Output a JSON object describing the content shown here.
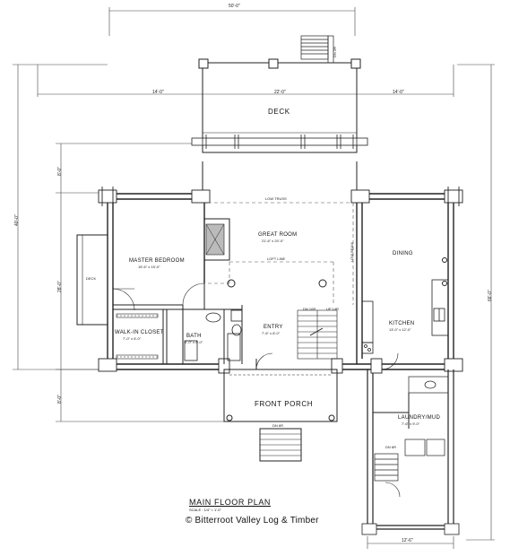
{
  "dimensions": {
    "overall_width": "50'-0\"",
    "deck_left": "14'-0\"",
    "deck_center": "22'-0\"",
    "deck_right": "14'-0\"",
    "overall_depth_left": "40'-0\"",
    "overall_depth_right": "66'-0\"",
    "upper_left": "8'-0\"",
    "lower_left": "8'-0\"",
    "left_middle": "28'-0\"",
    "ell_width": "12'-6\""
  },
  "rooms": {
    "deck_top": "DECK",
    "deck_side": "DECK",
    "great_room": "GREAT ROOM",
    "great_room_size": "21'-6\" x 20'-0\"",
    "master_bedroom": "MASTER BEDROOM",
    "master_bedroom_size": "15'-6\" x 15'-0\"",
    "dining": "DINING",
    "walk_in_closet": "WALK-IN CLOSET",
    "walk_in_closet_size": "7'-0\" x 6'-0\"",
    "bath": "BATH",
    "bath_size": "6'-0\" x 8'-0\"",
    "entry": "ENTRY",
    "entry_size": "7'-6\" x 8'-0\"",
    "kitchen": "KITCHEN",
    "kitchen_size": "13'-0\" x 12'-0\"",
    "front_porch": "FRONT PORCH",
    "laundry_mud": "LAUNDRY/MUD",
    "laundry_mud_size": "7'-6\" x 9'-0\""
  },
  "notes": {
    "low_truss": "LOW TRUSS",
    "loft_line": "LOFT LINE",
    "low_beam": "LOW BEAM",
    "stair_dn_top": "DN 2R",
    "stair_dn": "DN 10R",
    "stair_up": "UP 14R",
    "porch_dn": "DN 6R",
    "mud_dn": "DN 6R"
  },
  "title": "MAIN FLOOR PLAN",
  "scale": "SCALE : 1/4\" = 1'-0\"",
  "copyright": "© Bitterroot Valley Log & Timber"
}
